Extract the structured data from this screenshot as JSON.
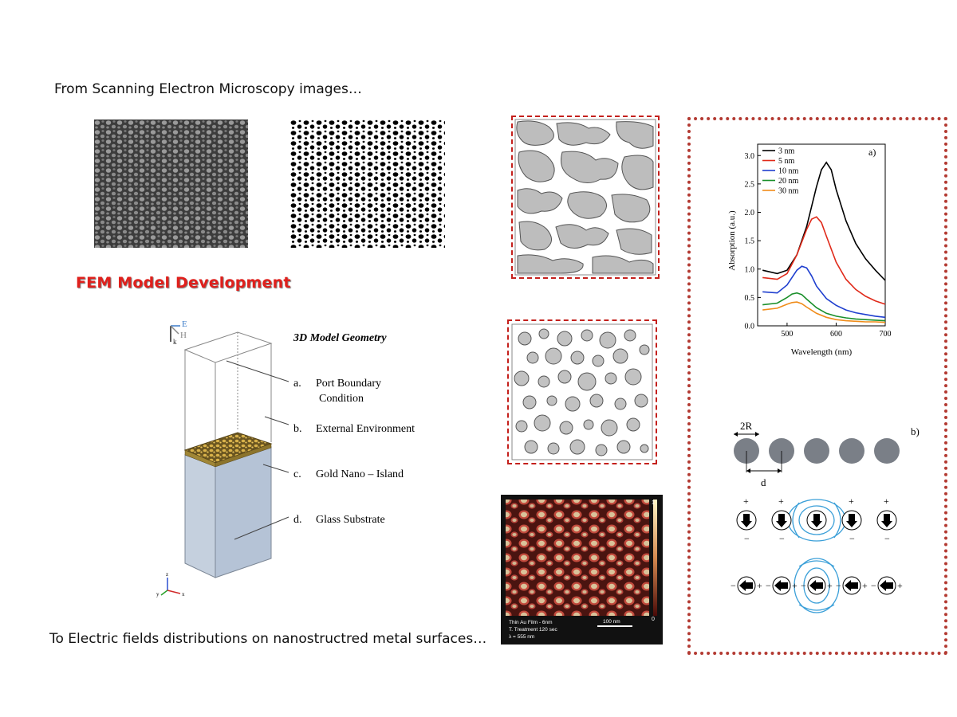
{
  "slide": {
    "top_caption": "From Scanning Electron Microscopy images…",
    "bottom_caption": "To Electric fields distributions on nanostructred metal surfaces…",
    "fem_title": "FEM Model Development"
  },
  "model": {
    "heading": "3D Model Geometry",
    "axis_e": "E",
    "axis_h": "H",
    "axis_k": "k",
    "axis_x": "x",
    "axis_y": "y",
    "axis_z": "z",
    "items": [
      {
        "letter": "a.",
        "text": "Port Boundary",
        "text2": "Condition"
      },
      {
        "letter": "b.",
        "text": "External Environment"
      },
      {
        "letter": "c.",
        "text": "Gold Nano – Island"
      },
      {
        "letter": "d.",
        "text": "Glass Substrate"
      }
    ]
  },
  "field_map": {
    "colorbar_max": "1",
    "colorbar_min": "0",
    "line1": "Thin Au Film - 6nm",
    "line2": "T. Treatment 120 sec",
    "line3": "λ = 555 nm",
    "scale_label": "100 nm"
  },
  "chart_data": {
    "type": "line",
    "panel_label": "a)",
    "xlabel": "Wavelength (nm)",
    "ylabel": "Absorption (a.u.)",
    "xlim": [
      440,
      700
    ],
    "ylim": [
      0,
      3.2
    ],
    "xticks": [
      "500",
      "600",
      "700"
    ],
    "yticks": [
      "0.0",
      "0.5",
      "1.0",
      "1.5",
      "2.0",
      "2.5",
      "3.0"
    ],
    "legend_position": "top-left",
    "series": [
      {
        "name": "3 nm",
        "color": "#000000",
        "x": [
          450,
          480,
          500,
          520,
          540,
          560,
          570,
          580,
          590,
          600,
          620,
          640,
          660,
          680,
          700
        ],
        "y": [
          0.98,
          0.92,
          0.98,
          1.25,
          1.75,
          2.45,
          2.75,
          2.88,
          2.75,
          2.4,
          1.85,
          1.45,
          1.18,
          0.98,
          0.8
        ]
      },
      {
        "name": "5 nm",
        "color": "#e02a1a",
        "x": [
          450,
          480,
          500,
          520,
          540,
          550,
          560,
          570,
          580,
          600,
          620,
          640,
          660,
          680,
          700
        ],
        "y": [
          0.85,
          0.82,
          0.92,
          1.25,
          1.7,
          1.88,
          1.92,
          1.82,
          1.58,
          1.12,
          0.82,
          0.64,
          0.52,
          0.44,
          0.38
        ]
      },
      {
        "name": "10 nm",
        "color": "#1f3fcf",
        "x": [
          450,
          480,
          500,
          520,
          530,
          540,
          550,
          560,
          580,
          600,
          620,
          640,
          660,
          680,
          700
        ],
        "y": [
          0.6,
          0.58,
          0.72,
          0.98,
          1.05,
          1.02,
          0.88,
          0.7,
          0.48,
          0.36,
          0.28,
          0.23,
          0.2,
          0.17,
          0.15
        ]
      },
      {
        "name": "20 nm",
        "color": "#1a8f2a",
        "x": [
          450,
          480,
          500,
          510,
          520,
          530,
          540,
          560,
          580,
          600,
          620,
          640,
          660,
          680,
          700
        ],
        "y": [
          0.37,
          0.4,
          0.5,
          0.56,
          0.58,
          0.55,
          0.47,
          0.32,
          0.22,
          0.17,
          0.14,
          0.12,
          0.11,
          0.1,
          0.09
        ]
      },
      {
        "name": "30 nm",
        "color": "#f08c1a",
        "x": [
          450,
          480,
          500,
          510,
          520,
          530,
          540,
          560,
          580,
          600,
          620,
          640,
          660,
          680,
          700
        ],
        "y": [
          0.28,
          0.31,
          0.38,
          0.41,
          0.42,
          0.39,
          0.33,
          0.22,
          0.15,
          0.11,
          0.09,
          0.08,
          0.07,
          0.07,
          0.06
        ]
      }
    ]
  },
  "dipole_panel": {
    "label_b": "b)",
    "label_2r": "2R",
    "label_d": "d",
    "plus": "+",
    "minus": "−"
  }
}
